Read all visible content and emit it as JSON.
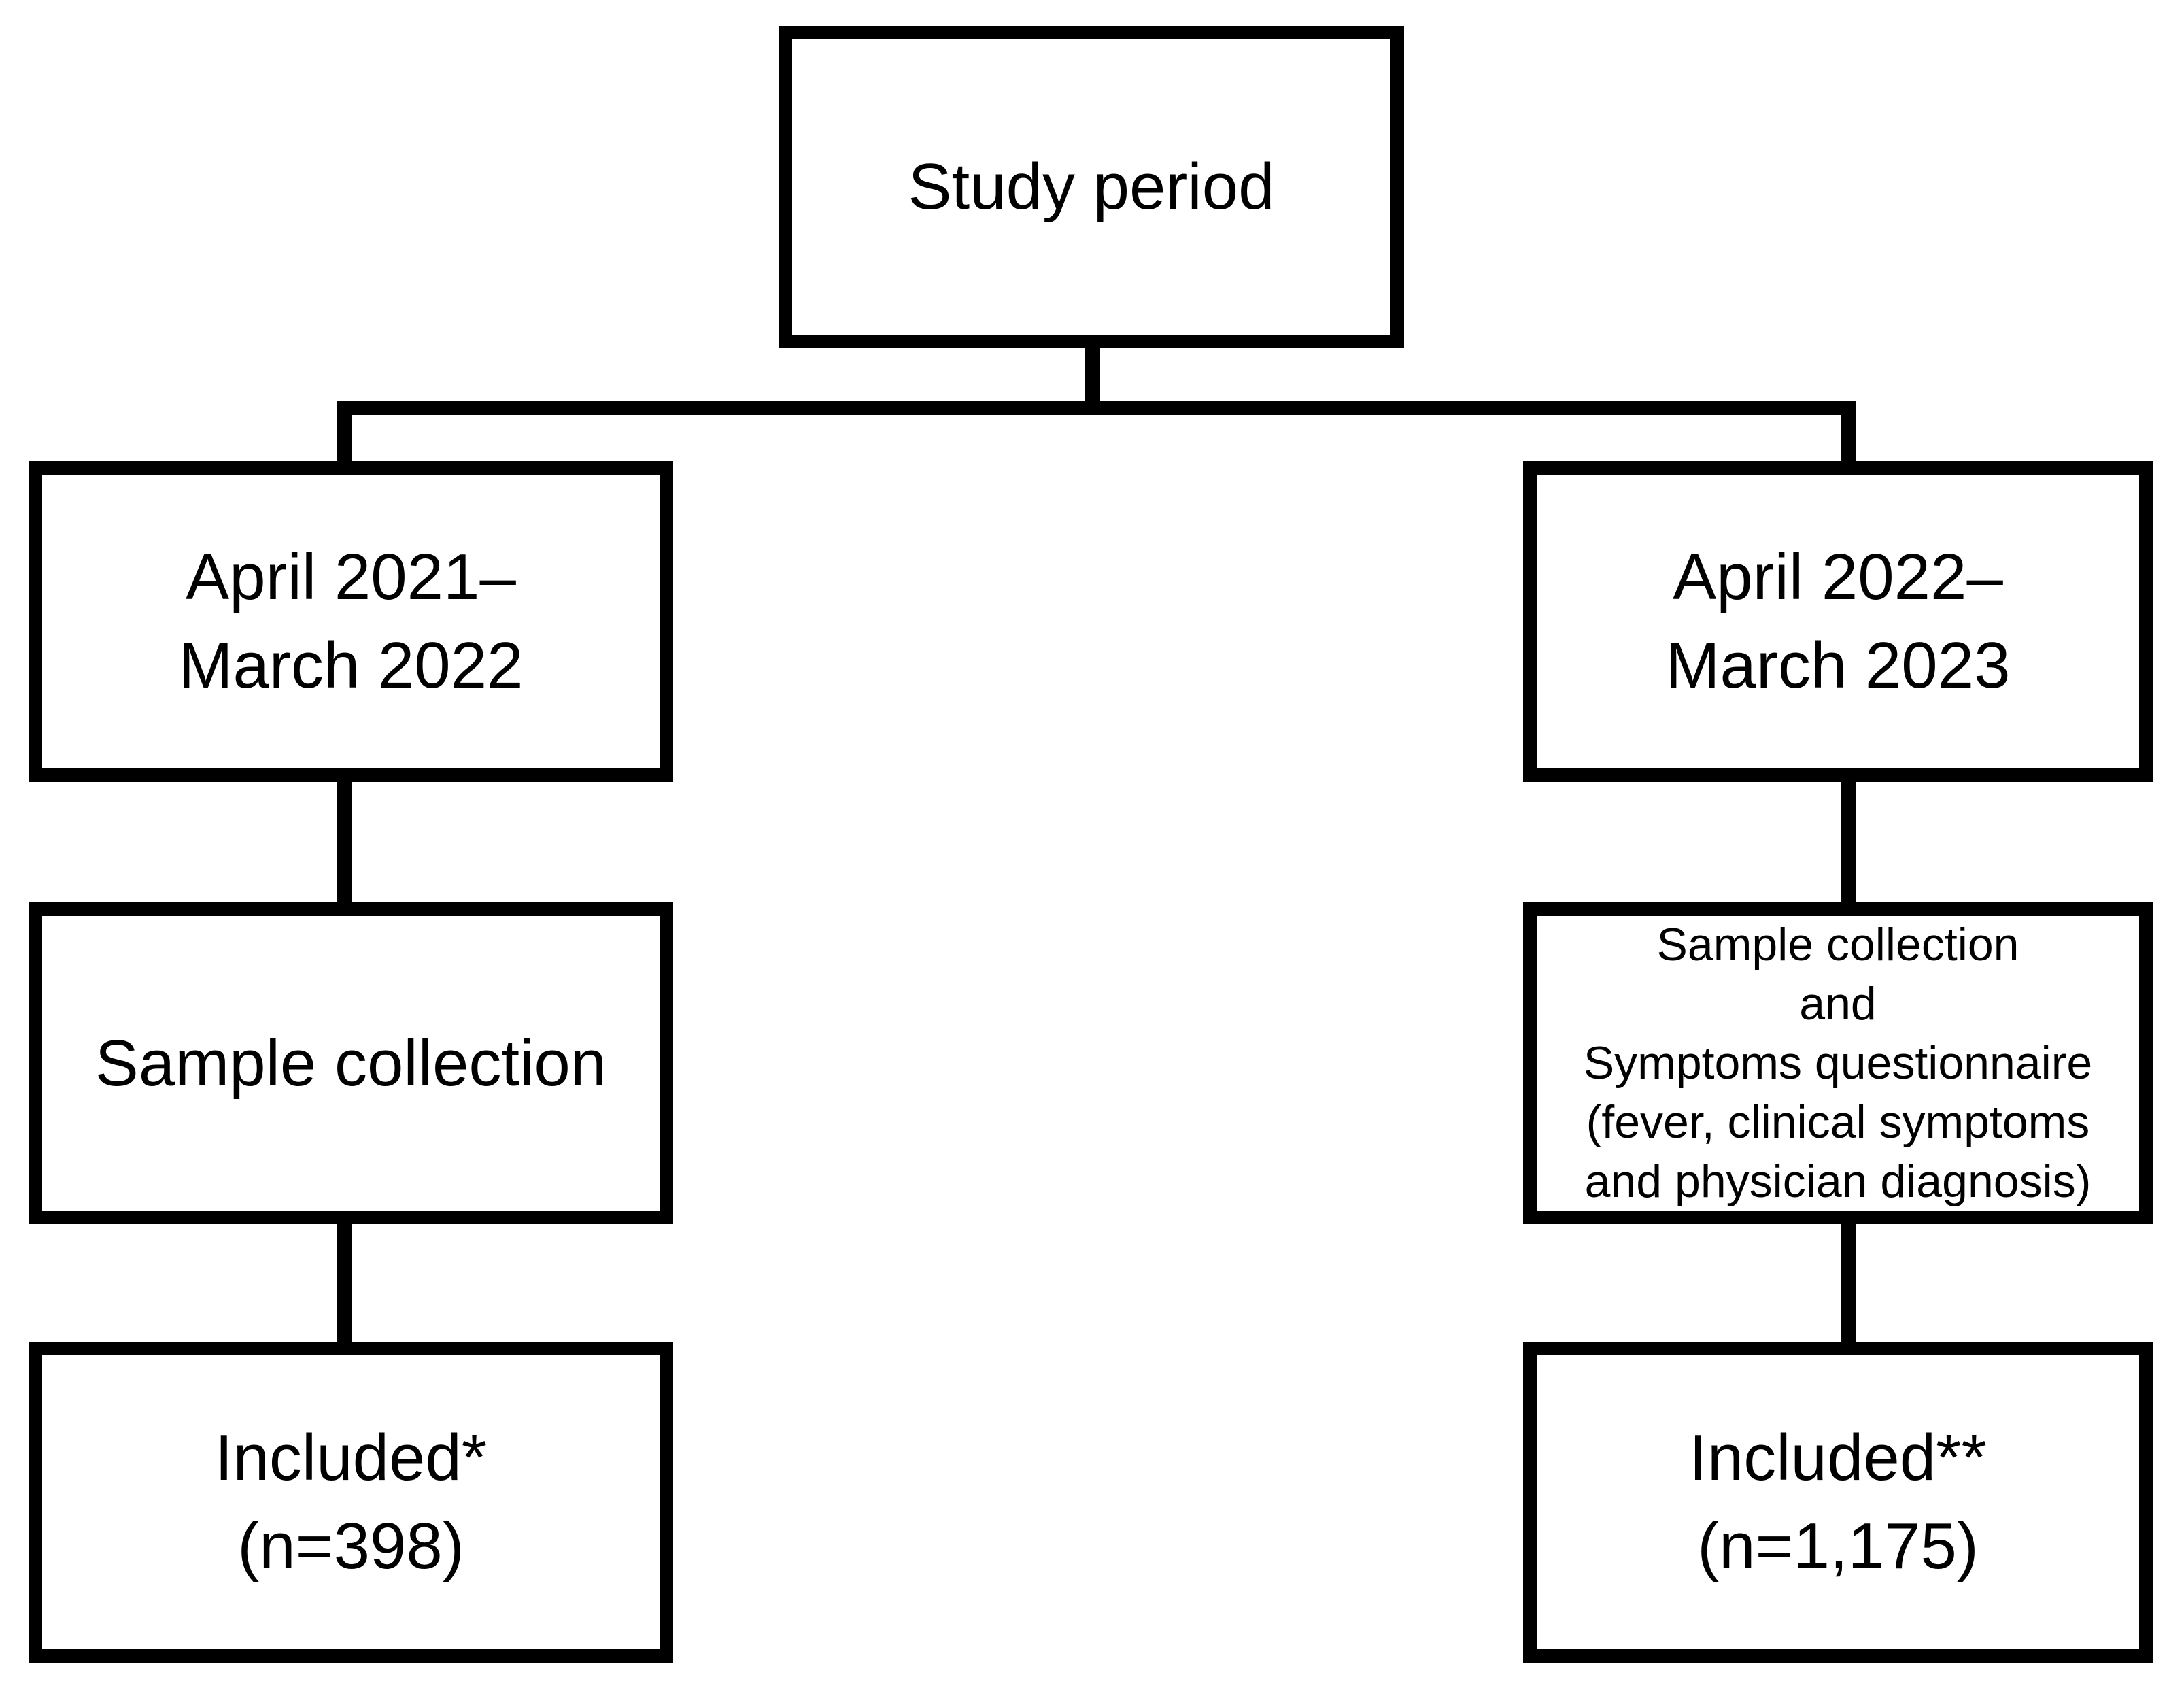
{
  "flowchart": {
    "root": {
      "label": "Study period"
    },
    "left_branch": {
      "period": {
        "lines": [
          "April 2021–",
          "March 2022"
        ]
      },
      "method": {
        "lines": [
          "Sample collection"
        ]
      },
      "result": {
        "lines": [
          "Included*",
          "(n=398)"
        ],
        "n": "398"
      }
    },
    "right_branch": {
      "period": {
        "lines": [
          "April 2022–",
          "March 2023"
        ]
      },
      "method": {
        "lines": [
          "Sample collection",
          "and",
          "Symptoms questionnaire",
          "(fever, clinical symptoms",
          "and physician diagnosis)"
        ]
      },
      "result": {
        "lines": [
          "Included**",
          "(n=1,175)"
        ],
        "n": "1,175"
      }
    },
    "colors": {
      "box_border": "#000000",
      "box_fill": "#ffffff",
      "text": "#000000",
      "connector": "#000000",
      "background": "#ffffff"
    }
  }
}
